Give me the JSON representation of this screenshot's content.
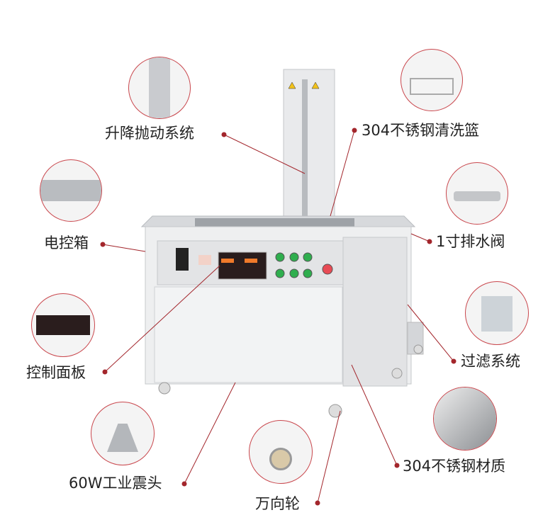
{
  "labels": {
    "lift": "升降抛动系统",
    "basket": "304不锈钢清洗篮",
    "control_box": "电控箱",
    "drain_valve": "1寸排水阀",
    "control_panel": "控制面板",
    "filter": "过滤系统",
    "transducer": "60W工业震头",
    "material": "304不锈钢材质",
    "caster": "万向轮"
  },
  "colors": {
    "accent": "#a3262c",
    "circle_border": "#c9474d",
    "steel": "#e6e7e9"
  }
}
